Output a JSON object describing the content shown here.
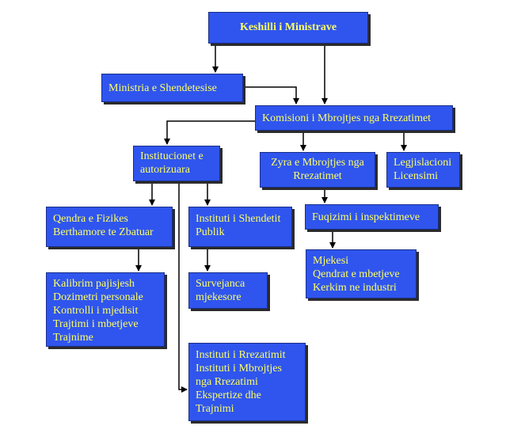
{
  "colors": {
    "box_fill": "#2f55ee",
    "box_text": "#ffff66",
    "box_shadow": "#2b2b2b",
    "connector": "#000000"
  },
  "nodes": {
    "keshilli": {
      "lines": [
        "Keshilli i Ministrave"
      ]
    },
    "ministria": {
      "lines": [
        "Ministria e Shendetesise"
      ]
    },
    "komisioni": {
      "lines": [
        "Komisioni i Mbrojtjes nga Rrezatimet"
      ]
    },
    "institucionet": {
      "lines": [
        "Institucionet e",
        "autorizuara"
      ]
    },
    "zyra": {
      "lines": [
        "Zyra e Mbrojtjes nga",
        "Rrezatimet"
      ]
    },
    "legjislacioni": {
      "lines": [
        "Legjislacioni",
        "Licensimi"
      ]
    },
    "fuqizimi": {
      "lines": [
        "Fuqizimi i inspektimeve"
      ]
    },
    "qendra": {
      "lines": [
        "Qendra e Fizikes",
        "Berthamore te Zbatuar"
      ]
    },
    "instituti_shendetit": {
      "lines": [
        "Instituti i Shendetit",
        "Publik"
      ]
    },
    "mjekesi": {
      "lines": [
        "Mjekesi",
        "Qendrat e mbetjeve",
        "Kerkim ne industri"
      ]
    },
    "kalibrim": {
      "lines": [
        "Kalibrim pajisjesh",
        "Dozimetri personale",
        "Kontrolli i mjedisit",
        "Trajtimi i mbetjeve",
        "Trajnime"
      ]
    },
    "survejanca": {
      "lines": [
        "Survejanca",
        "mjekesore"
      ]
    },
    "instituti_rrezatimit": {
      "lines": [
        "Instituti i Rrezatimit",
        "Instituti i Mbrojtjes",
        "nga Rrezatimi",
        "Ekspertize dhe",
        "Trajnimi"
      ]
    }
  }
}
